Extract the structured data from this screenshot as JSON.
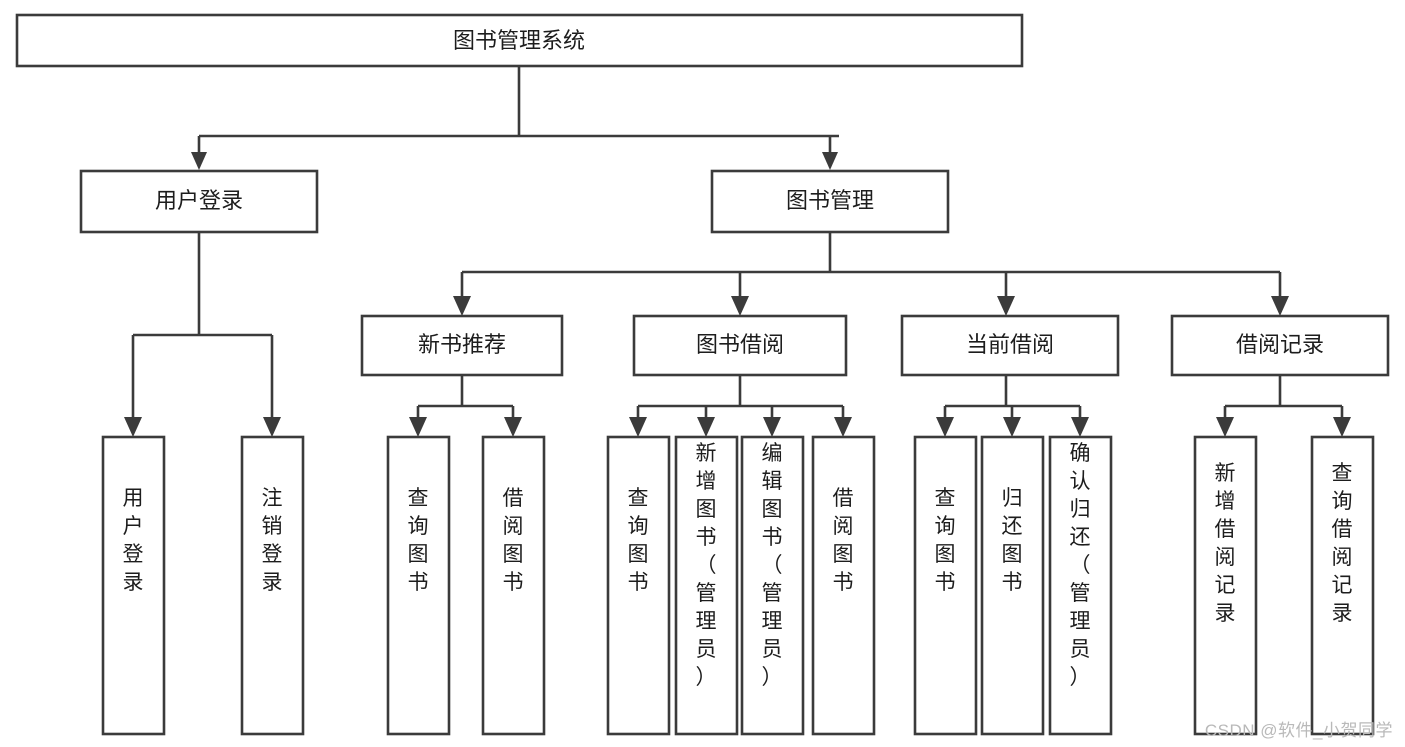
{
  "diagram": {
    "type": "tree-hierarchy",
    "title": "图书管理系统",
    "watermark": "CSDN @软件_小贺同学",
    "colors": {
      "stroke": "#3b3b3b",
      "box_fill": "#ffffff",
      "text": "#1d1d1d",
      "background": "#ffffff",
      "watermark": "#b9b9b9"
    },
    "levels": {
      "root": {
        "label": "图书管理系统"
      },
      "level2": [
        {
          "label": "用户登录"
        },
        {
          "label": "图书管理"
        }
      ],
      "level3": [
        {
          "label": "新书推荐"
        },
        {
          "label": "图书借阅"
        },
        {
          "label": "当前借阅"
        },
        {
          "label": "借阅记录"
        }
      ],
      "leaves": {
        "user_login": [
          {
            "label": "用户登录"
          },
          {
            "label": "注销登录"
          }
        ],
        "new_book_recommend": [
          {
            "label": "查询图书"
          },
          {
            "label": "借阅图书"
          }
        ],
        "book_borrow": [
          {
            "label": "查询图书"
          },
          {
            "label": "新增图书（管理员）"
          },
          {
            "label": "编辑图书（管理员）"
          },
          {
            "label": "借阅图书"
          }
        ],
        "current_borrow": [
          {
            "label": "查询图书"
          },
          {
            "label": "归还图书"
          },
          {
            "label": "确认归还（管理员）"
          }
        ],
        "borrow_records": [
          {
            "label": "新增借阅记录"
          },
          {
            "label": "查询借阅记录"
          }
        ]
      }
    }
  }
}
